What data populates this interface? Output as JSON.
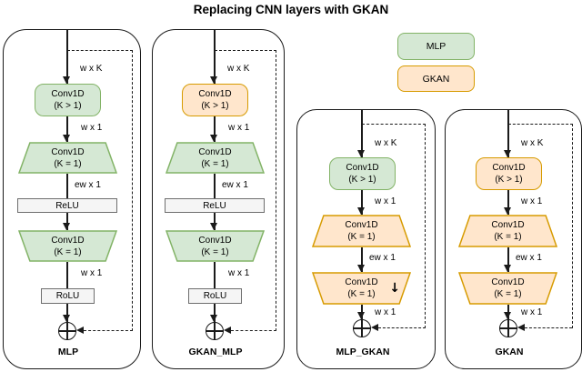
{
  "title": "Replacing CNN layers with GKAN",
  "legend": {
    "items": [
      {
        "label": "MLP",
        "fill": "#d5e8d4",
        "stroke": "#82b366"
      },
      {
        "label": "GKAN",
        "fill": "#ffe6cc",
        "stroke": "#d79b00"
      }
    ]
  },
  "colors": {
    "mlp_fill": "#d5e8d4",
    "mlp_stroke": "#82b366",
    "gkan_fill": "#ffe6cc",
    "gkan_stroke": "#d79b00",
    "activation_fill": "#f5f5f5",
    "activation_stroke": "#6e6e6e",
    "line": "#1a1a1a"
  },
  "glyphs": {
    "sum_junction": "⊕",
    "down_arrow": "↓"
  },
  "panels": [
    {
      "label": "MLP",
      "dims": {
        "input": "w x K",
        "after_conv": "w x 1",
        "elementwise": "ew x 1",
        "after_trap2": "w x 1"
      },
      "conv_top": {
        "l1": "Conv1D",
        "l2": "(K > 1)"
      },
      "trap1": {
        "l1": "Conv1D",
        "l2": "(K = 1)"
      },
      "act1": "ReLU",
      "trap2": {
        "l1": "Conv1D",
        "l2": "(K = 1)"
      },
      "act2": "RoLU"
    },
    {
      "label": "GKAN_MLP",
      "dims": {
        "input": "w x K",
        "after_conv": "w x 1",
        "elementwise": "ew x 1",
        "after_trap2": "w x 1"
      },
      "conv_top": {
        "l1": "Conv1D",
        "l2": "(K > 1)"
      },
      "trap1": {
        "l1": "Conv1D",
        "l2": "(K = 1)"
      },
      "act1": "ReLU",
      "trap2": {
        "l1": "Conv1D",
        "l2": "(K = 1)"
      },
      "act2": "RoLU"
    },
    {
      "label": "MLP_GKAN",
      "dims": {
        "input": "w x K",
        "after_conv": "w x 1",
        "elementwise": "ew x 1",
        "output": "w x 1"
      },
      "conv_top": {
        "l1": "Conv1D",
        "l2": "(K > 1)"
      },
      "trap1": {
        "l1": "Conv1D",
        "l2": "(K = 1)"
      },
      "trap2": {
        "l1": "Conv1D",
        "l2": "(K = 1)"
      }
    },
    {
      "label": "GKAN",
      "dims": {
        "input": "w x K",
        "after_conv": "w x 1",
        "elementwise": "ew x 1",
        "output": "w x 1"
      },
      "conv_top": {
        "l1": "Conv1D",
        "l2": "(K > 1)"
      },
      "trap1": {
        "l1": "Conv1D",
        "l2": "(K = 1)"
      },
      "trap2": {
        "l1": "Conv1D",
        "l2": "(K = 1)"
      }
    }
  ]
}
